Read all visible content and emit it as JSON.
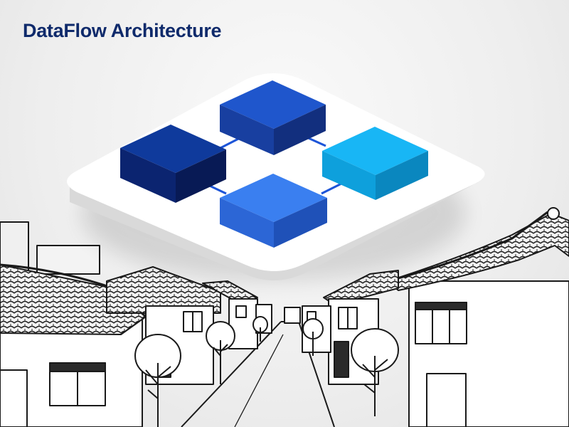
{
  "title": "DataFlow Architecture",
  "palette": {
    "title_text": "#0f2a6b",
    "block_navy": "#0f2f86",
    "block_blue": "#1b4fc4",
    "block_cyan": "#11aef0",
    "block_mid_blue": "#2f73ea",
    "connector": "#1d55d8",
    "platform": "#ffffff",
    "ink": "#1a1a1a"
  },
  "diagram": {
    "blocks": [
      "navy-block",
      "top-blue-block",
      "cyan-block",
      "bottom-blue-block"
    ],
    "connectors": 4
  },
  "illustration": {
    "subject": "line-art street of traditional houses with tiled roofs and trees"
  }
}
